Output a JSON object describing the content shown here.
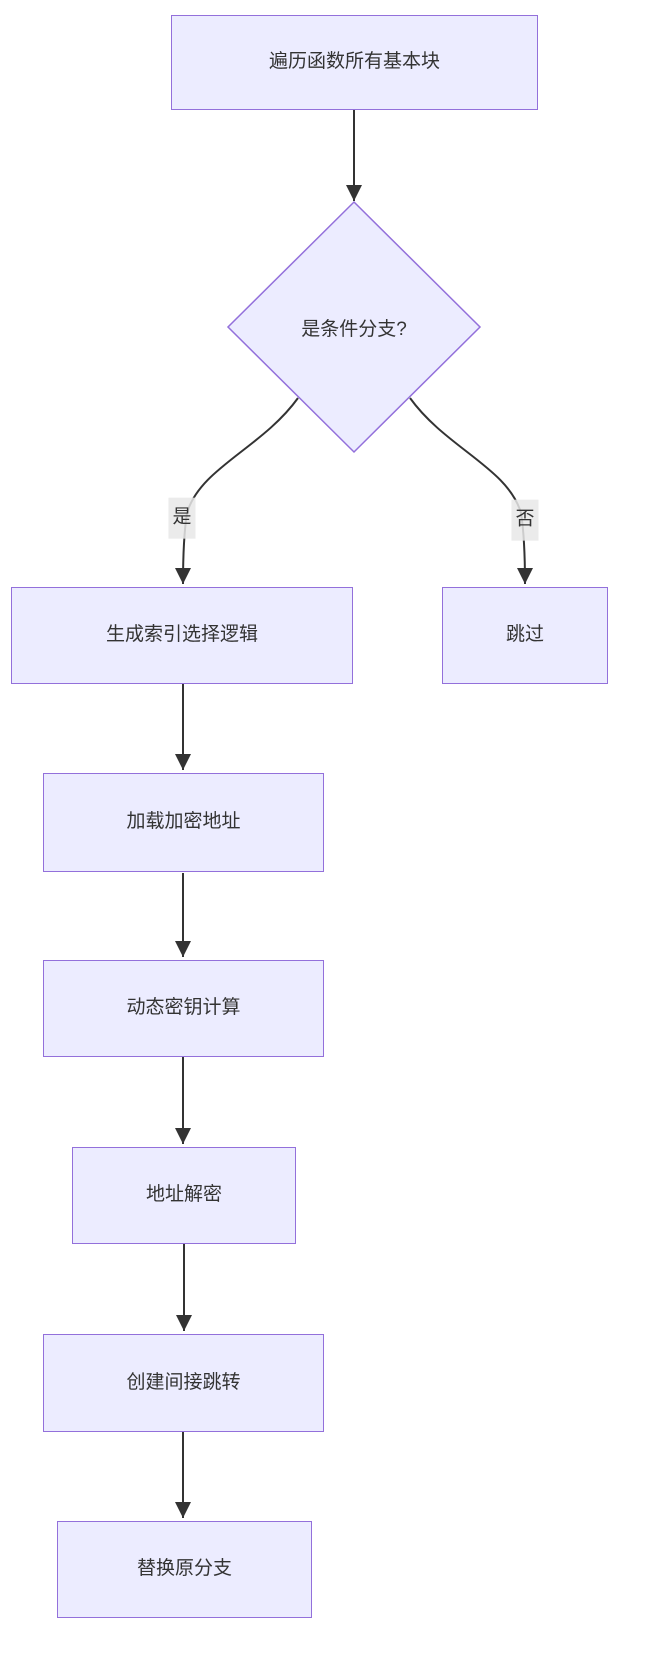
{
  "diagram": {
    "type": "flowchart",
    "direction": "top-down",
    "colors": {
      "background": "#ffffff",
      "node_fill": "#ECECFF",
      "node_border": "#9370DB",
      "edge": "#333333",
      "text": "#333333",
      "edge_label_bg": "#e8e8e8"
    },
    "nodes": {
      "traverse": "遍历函数所有基本块",
      "is_conditional": "是条件分支?",
      "gen_index": "生成索引选择逻辑",
      "skip": "跳过",
      "load_addr": "加载加密地址",
      "dyn_key": "动态密钥计算",
      "addr_dec": "地址解密",
      "indirect_jmp": "创建间接跳转",
      "replace_branch": "替换原分支"
    },
    "edge_labels": {
      "yes": "是",
      "no": "否"
    }
  }
}
